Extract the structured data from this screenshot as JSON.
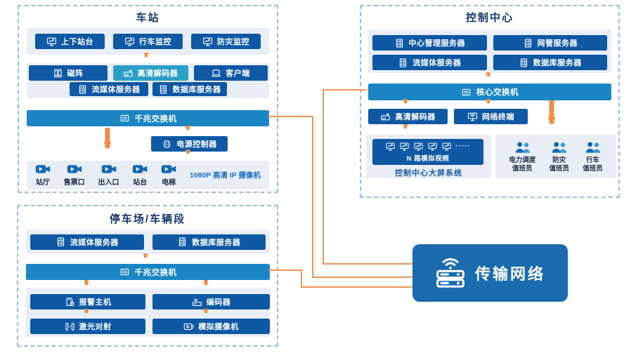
{
  "colors": {
    "item_box": "#0e58a4",
    "switch_bar": "#1b86c4",
    "highlight_box": "#2da0c9",
    "panel_bg": "#e9eef6",
    "orange_line": "#ec9655",
    "network_box": "#1a6cae",
    "title_navy": "#16366b",
    "dashed_border": "#93bede"
  },
  "station": {
    "title": "车站",
    "row1": [
      {
        "label": "上下站台",
        "icon": "monitor-chart-icon"
      },
      {
        "label": "行车监控",
        "icon": "monitor-chart-icon"
      },
      {
        "label": "防灾监控",
        "icon": "monitor-chart-icon"
      }
    ],
    "row2": [
      {
        "label": "磁阵",
        "icon": "disk-array-icon"
      },
      {
        "label": "高清解码器",
        "icon": "decoder-icon",
        "highlight": true
      },
      {
        "label": "客户端",
        "icon": "laptop-icon"
      }
    ],
    "row3": [
      {
        "label": "流媒体服务器",
        "icon": "server-icon"
      },
      {
        "label": "数据库服务器",
        "icon": "server-icon"
      }
    ],
    "switch_label": "千兆交换机",
    "power_label": "电源控制器",
    "cameras": [
      {
        "label": "站厅"
      },
      {
        "label": "售票口"
      },
      {
        "label": "出入口"
      },
      {
        "label": "站台"
      },
      {
        "label": "电梯"
      }
    ],
    "camera_note": "1080P 高清 IP 摄像机"
  },
  "control": {
    "title": "控制中心",
    "servers": [
      {
        "label": "中心管理服务器",
        "icon": "server-icon"
      },
      {
        "label": "网管服务器",
        "icon": "server-icon"
      },
      {
        "label": "流媒体服务器",
        "icon": "server-icon"
      },
      {
        "label": "数据库服务器",
        "icon": "server-icon"
      }
    ],
    "switch_label": "核心交换机",
    "decoder_label": "高清解码器",
    "terminal_label": "网络终端",
    "video_wall_label": "N 路模拟视频",
    "video_wall_ellipsis": "·····",
    "video_wall_caption": "控制中心大屏系统",
    "operators": [
      {
        "line1": "电力调度",
        "line2": "值班员"
      },
      {
        "line1": "防灾",
        "line2": "值班员"
      },
      {
        "line1": "行车",
        "line2": "值班员"
      }
    ]
  },
  "parking": {
    "title": "停车场/车辆段",
    "servers": [
      {
        "label": "流媒体服务器",
        "icon": "server-icon"
      },
      {
        "label": "数据库服务器",
        "icon": "server-icon"
      }
    ],
    "switch_label": "千兆交换机",
    "devices": [
      {
        "label": "报警主机",
        "icon": "alarm-host-icon"
      },
      {
        "label": "编码器",
        "icon": "encoder-icon"
      },
      {
        "label": "激光对射",
        "icon": "laser-beam-icon"
      },
      {
        "label": "模拟摄像机",
        "icon": "analog-camera-icon"
      }
    ]
  },
  "network": {
    "title": "传输网络",
    "icon": "router-wifi-icon"
  }
}
